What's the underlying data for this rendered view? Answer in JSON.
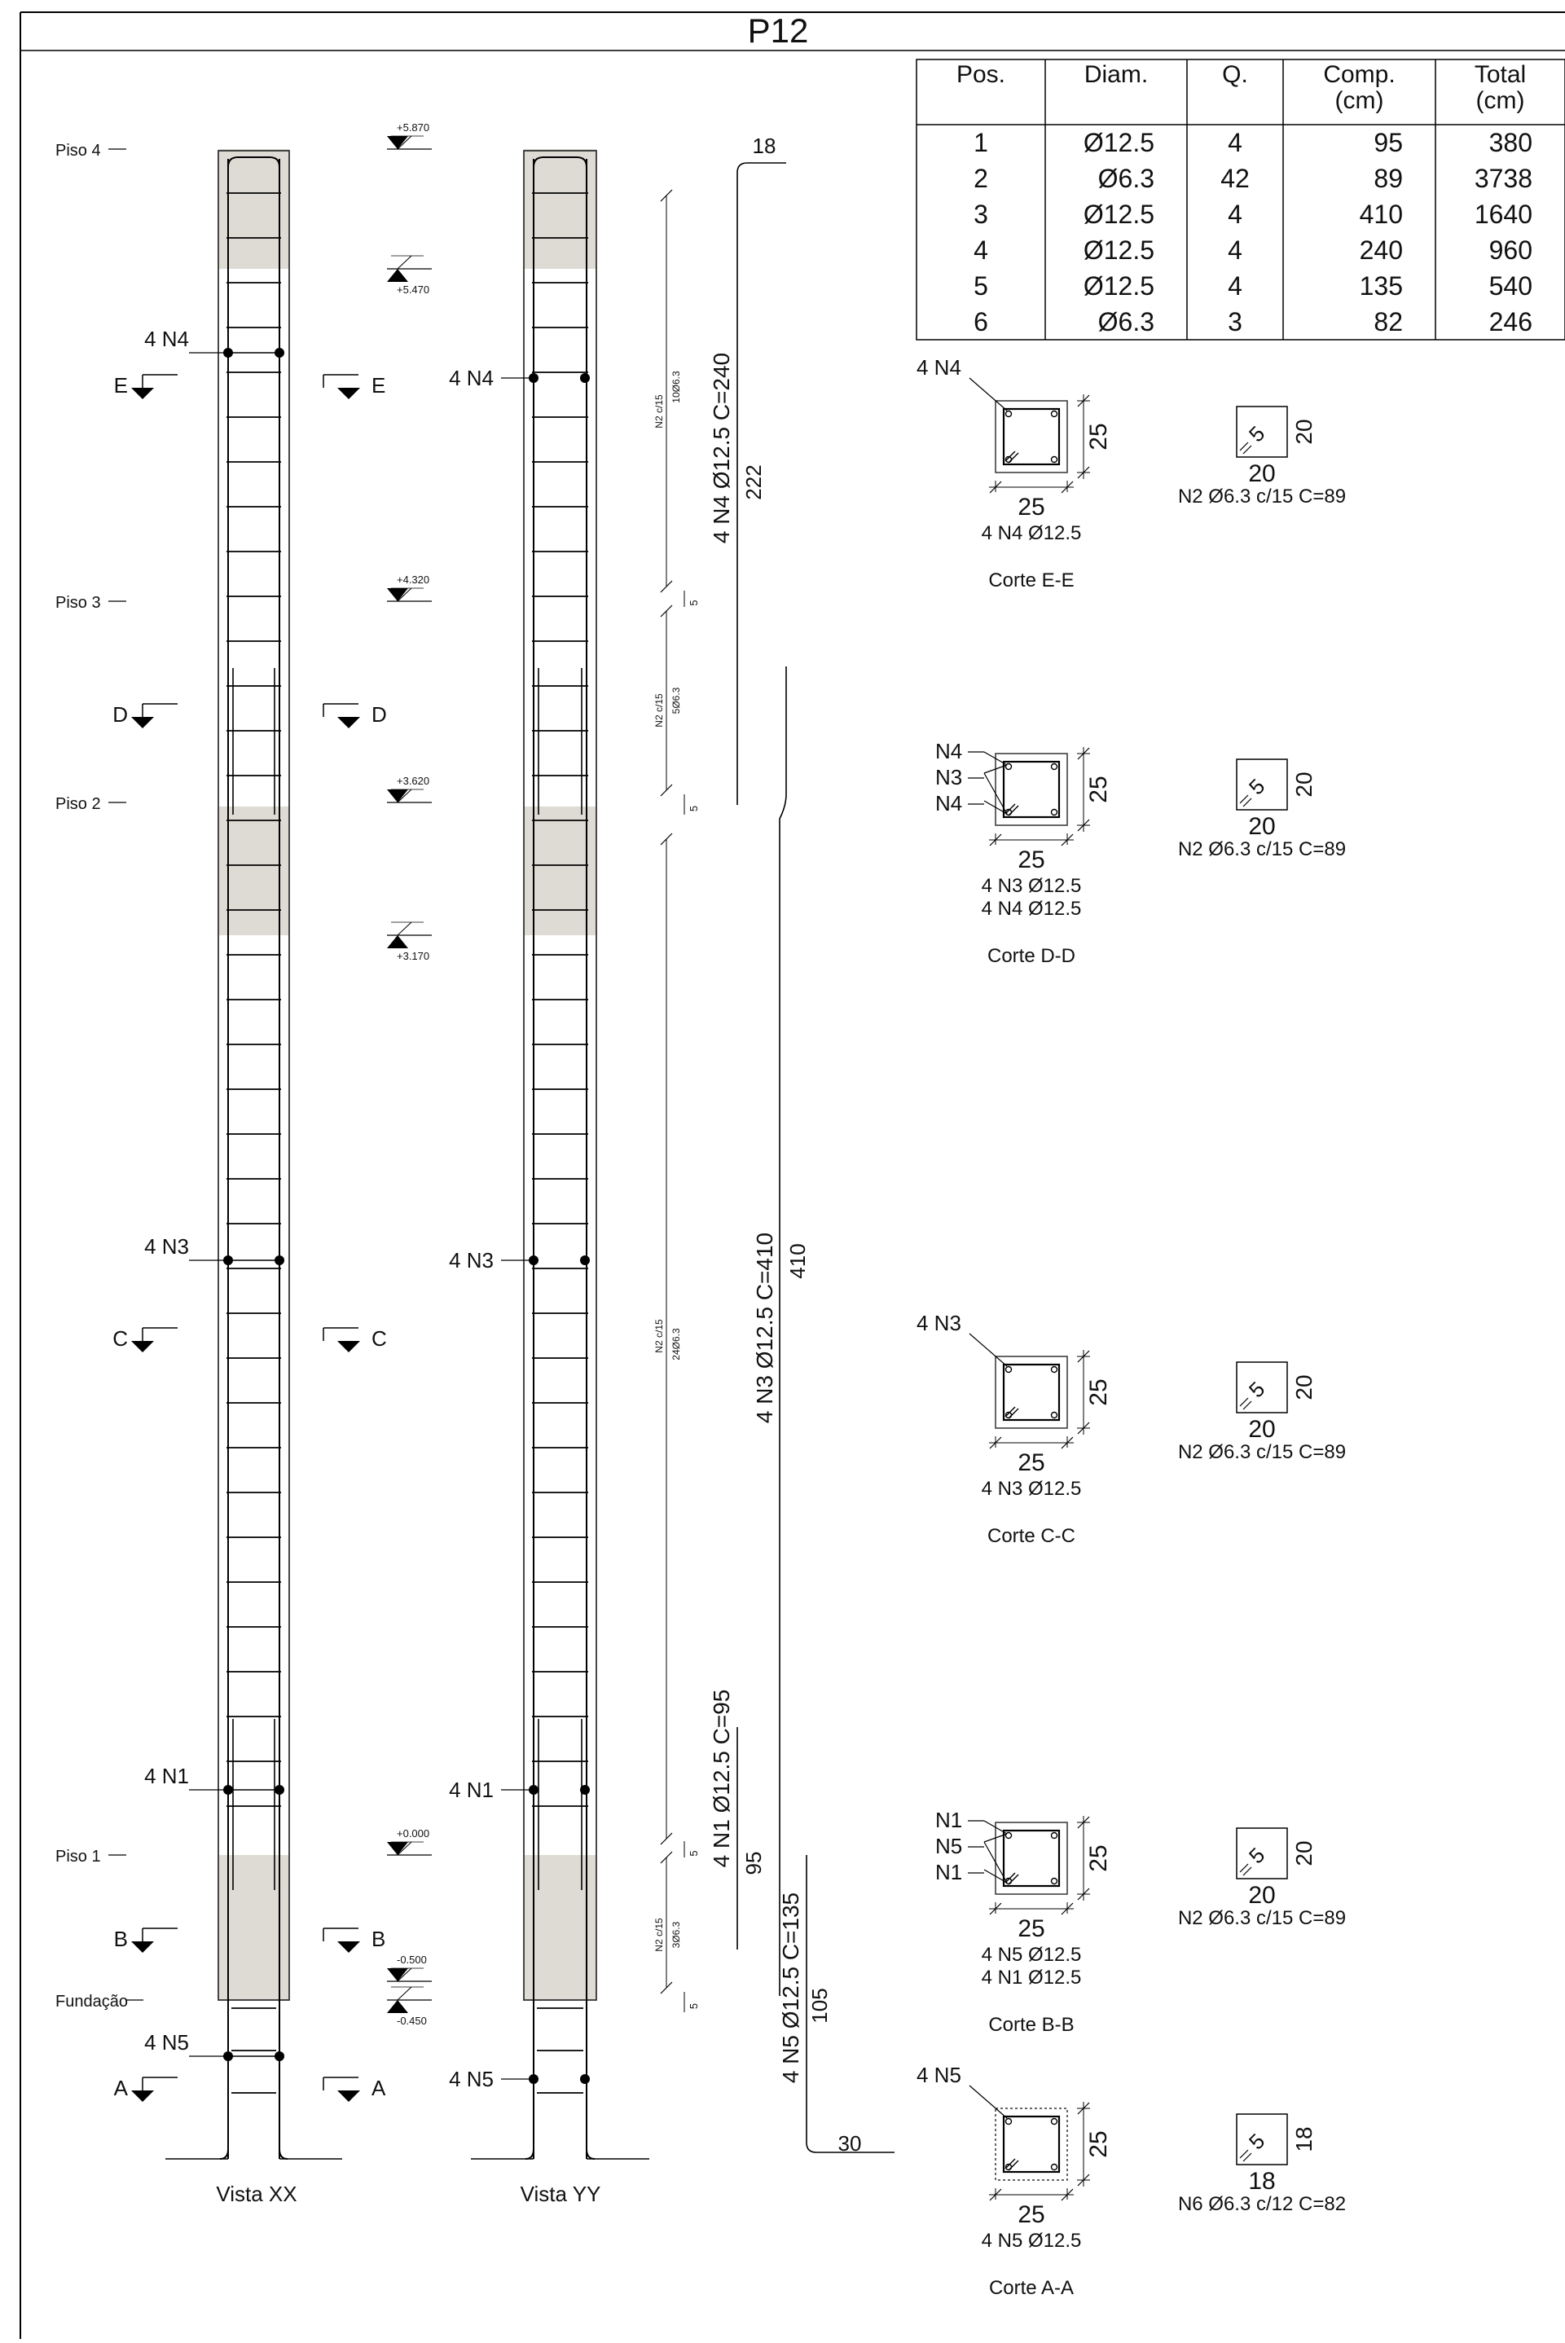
{
  "sheet": {
    "title": "P12"
  },
  "table": {
    "headers": [
      [
        "Pos."
      ],
      [
        "Diam."
      ],
      [
        "Q."
      ],
      [
        "Comp.",
        "(cm)"
      ],
      [
        "Total",
        "(cm)"
      ]
    ],
    "rows": [
      [
        "1",
        "Ø12.5",
        "4",
        "95",
        "380"
      ],
      [
        "2",
        "Ø6.3",
        "42",
        "89",
        "3738"
      ],
      [
        "3",
        "Ø12.5",
        "4",
        "410",
        "1640"
      ],
      [
        "4",
        "Ø12.5",
        "4",
        "240",
        "960"
      ],
      [
        "5",
        "Ø12.5",
        "4",
        "135",
        "540"
      ],
      [
        "6",
        "Ø6.3",
        "3",
        "82",
        "246"
      ]
    ]
  },
  "floors": [
    {
      "name": "Piso 4",
      "level": "+5.870"
    },
    {
      "name": "Piso 3",
      "level": "+4.320"
    },
    {
      "name": "Piso 2",
      "level": "+3.620"
    },
    {
      "name": "Piso 1",
      "level": "+0.000"
    },
    {
      "name": "Fundação",
      "level": "-0.500"
    }
  ],
  "extra_levels": [
    "+5.470",
    "+3.170",
    "-0.450"
  ],
  "views": {
    "xx": "Vista XX",
    "yy": "Vista YY"
  },
  "bar_marks": [
    "4 N4",
    "4 N3",
    "4 N1",
    "4 N5"
  ],
  "section_cuts": [
    "E",
    "D",
    "C",
    "B",
    "A"
  ],
  "stirrup_notes": [
    "N2  c/15",
    "10Ø6.3",
    "5Ø6.3",
    "24Ø6.3",
    "3Ø6.3"
  ],
  "small_dims": [
    "5"
  ],
  "long_bars": {
    "n4": {
      "label": "4 N4 Ø12.5 C=240",
      "length": "222",
      "hook": "18"
    },
    "n3": {
      "label": "4 N3 Ø12.5 C=410",
      "length": "410"
    },
    "n1": {
      "label": "4 N1 Ø12.5 C=95",
      "length": "95"
    },
    "n5": {
      "label": "4 N5 Ø12.5 C=135",
      "length": "105",
      "hook": "30"
    }
  },
  "sections": [
    {
      "title": "Corte E-E",
      "callouts": [
        "4 N4"
      ],
      "notes": [
        "4 N4 Ø12.5"
      ],
      "dim": "25",
      "stirrup": {
        "w": "20",
        "h": "20",
        "hook": "5",
        "label": "N2 Ø6.3 c/15 C=89"
      }
    },
    {
      "title": "Corte D-D",
      "callouts": [
        "N4",
        "N3",
        "N4"
      ],
      "notes": [
        "4 N3 Ø12.5",
        "4 N4 Ø12.5"
      ],
      "dim": "25",
      "stirrup": {
        "w": "20",
        "h": "20",
        "hook": "5",
        "label": "N2 Ø6.3 c/15 C=89"
      }
    },
    {
      "title": "Corte C-C",
      "callouts": [
        "4 N3"
      ],
      "notes": [
        "4 N3 Ø12.5"
      ],
      "dim": "25",
      "stirrup": {
        "w": "20",
        "h": "20",
        "hook": "5",
        "label": "N2 Ø6.3 c/15 C=89"
      }
    },
    {
      "title": "Corte B-B",
      "callouts": [
        "N1",
        "N5",
        "N1"
      ],
      "notes": [
        "4 N5 Ø12.5",
        "4 N1 Ø12.5"
      ],
      "dim": "25",
      "stirrup": {
        "w": "20",
        "h": "20",
        "hook": "5",
        "label": "N2 Ø6.3 c/15 C=89"
      }
    },
    {
      "title": "Corte A-A",
      "callouts": [
        "4 N5"
      ],
      "notes": [
        "4 N5 Ø12.5"
      ],
      "dim": "25",
      "stirrup": {
        "w": "18",
        "h": "18",
        "hook": "5",
        "label": "N6 Ø6.3 c/12 C=82"
      }
    }
  ]
}
